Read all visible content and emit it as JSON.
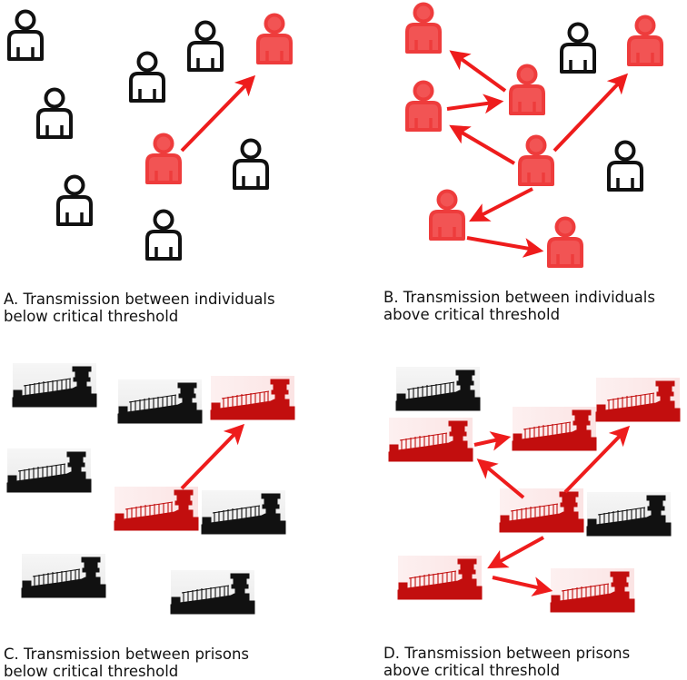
{
  "colors": {
    "infected": "#ee3c3c",
    "infected_fill": "#f25454",
    "uninfected_stroke": "#111111",
    "uninfected_fill": "#ffffff",
    "arrow": "#ee1c1c",
    "prison_dark": "#111111",
    "prison_red": "#c20e0e"
  },
  "panels": {
    "a": {
      "line1": "A. Transmission between individuals",
      "line2": "below critical threshold"
    },
    "b": {
      "line1": "B. Transmission between individuals",
      "line2": "above critical threshold"
    },
    "c": {
      "line1": "C. Transmission between prisons",
      "line2": "below critical threshold"
    },
    "d": {
      "line1": "D. Transmission between prisons",
      "line2": "above critical threshold"
    }
  },
  "icons": {
    "person": "person-icon",
    "prison": "prison-icon"
  }
}
